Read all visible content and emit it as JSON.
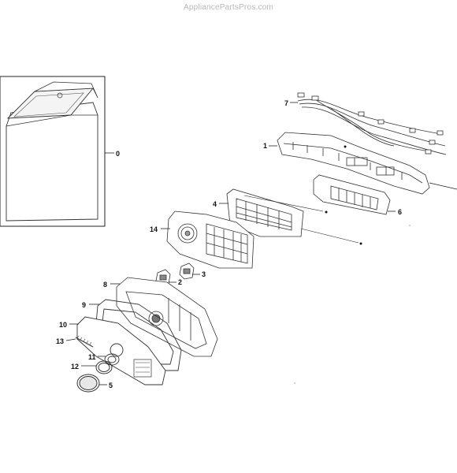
{
  "site": {
    "watermark": "AppliancePartsPros.com"
  },
  "callouts": [
    {
      "id": "0",
      "label": "0"
    },
    {
      "id": "1",
      "label": "1"
    },
    {
      "id": "2",
      "label": "2"
    },
    {
      "id": "3",
      "label": "3"
    },
    {
      "id": "4",
      "label": "4"
    },
    {
      "id": "5",
      "label": "5"
    },
    {
      "id": "6",
      "label": "6"
    },
    {
      "id": "7",
      "label": "7"
    },
    {
      "id": "8",
      "label": "8"
    },
    {
      "id": "9",
      "label": "9"
    },
    {
      "id": "10",
      "label": "10"
    },
    {
      "id": "11",
      "label": "11"
    },
    {
      "id": "12",
      "label": "12"
    },
    {
      "id": "13",
      "label": "13"
    },
    {
      "id": "14",
      "label": "14"
    }
  ]
}
